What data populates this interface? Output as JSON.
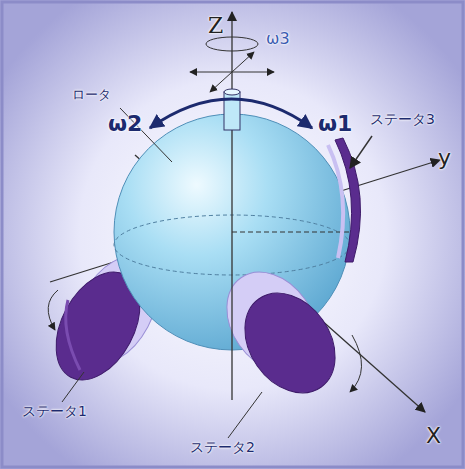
{
  "diagram": {
    "labels": [
      "Z",
      "ω3",
      "ω2",
      "ω1",
      "ロータ",
      "ステータ3",
      "y",
      "X",
      "ステータ1",
      "ステータ2"
    ]
  }
}
